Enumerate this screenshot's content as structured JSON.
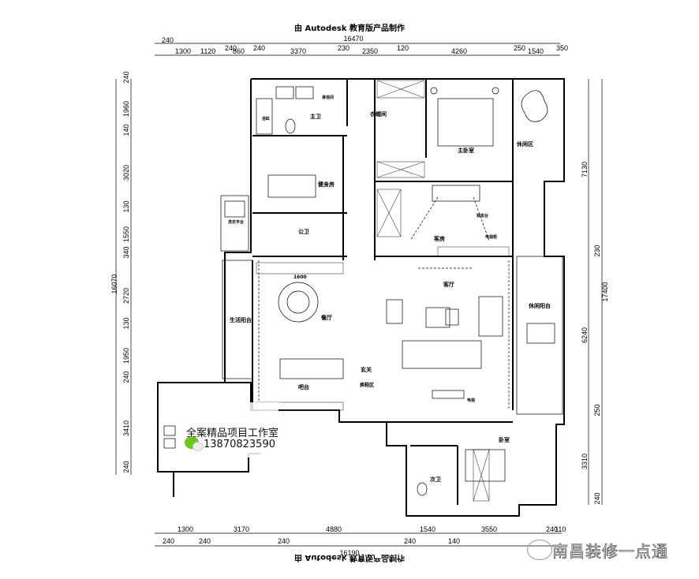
{
  "header": {
    "title": "由 Autodesk 教育版产品制作",
    "total_width": "16470",
    "top_dims": [
      "240",
      "1300",
      "1120",
      "240",
      "860",
      "240",
      "3370",
      "230",
      "2350",
      "120",
      "4260",
      "250",
      "1540",
      "350"
    ]
  },
  "footer": {
    "title_mirrored": "由 Autodesk 教育版产品制作",
    "total_width": "16190",
    "bottom_dims_upper": [
      "1300",
      "3170",
      "4880",
      "1540",
      "3550"
    ],
    "bottom_dims_lower": [
      "240",
      "240",
      "240",
      "240",
      "140",
      "240",
      "110"
    ]
  },
  "left_dims": {
    "total": "16070",
    "items": [
      "240",
      "1960",
      "140",
      "3020",
      "130",
      "1550",
      "340",
      "2720",
      "130",
      "1950",
      "240",
      "3410",
      "240"
    ]
  },
  "right_dims": {
    "total": "17400",
    "items": [
      "7130",
      "230",
      "6240",
      "250",
      "3310",
      "240"
    ]
  },
  "rooms": {
    "master_bath": "主卫",
    "bathtub": "浴缸",
    "shower": "淋浴间",
    "closet": "衣帽间",
    "master_bedroom": "主卧室",
    "leisure_area": "休闲区",
    "gym": "健身房",
    "laundry_platform": "洗衣平台",
    "public_bath": "公卫",
    "guest_room": "客房",
    "dressing_table": "梳妆台",
    "tv_cabinet": "电视柜",
    "living_room": "客厅",
    "living_balcony": "生活阳台",
    "dining_room": "餐厅",
    "table_dim": "1600",
    "bar": "吧台",
    "entrance": "玄关",
    "shoe_area": "换鞋区",
    "leisure_balcony": "休闲阳台",
    "second_bath": "次卫",
    "bedroom": "卧室",
    "tv_label": "电视"
  },
  "watermark": {
    "studio": "全案精品项目工作室",
    "phone": "13870823590",
    "icon": "wechat-icon"
  },
  "brand": {
    "name": "南昌装修一点通",
    "icon": "wechat-bubble-icon"
  }
}
